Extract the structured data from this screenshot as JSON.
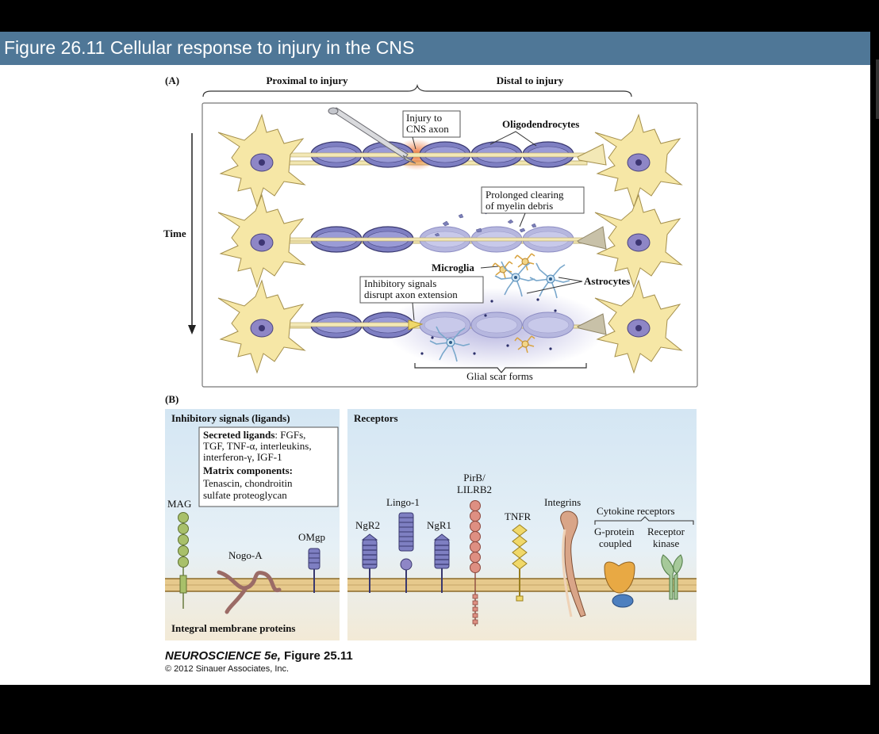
{
  "figure_title": "Figure 26.11  Cellular response to injury in the CNS",
  "panel_a": {
    "label": "(A)",
    "proximal": "Proximal to injury",
    "distal": "Distal to injury",
    "time": "Time",
    "injury": [
      "Injury to",
      "CNS axon"
    ],
    "oligodendrocytes": "Oligodendrocytes",
    "clearing": [
      "Prolonged clearing",
      "of myelin debris"
    ],
    "microglia": "Microglia",
    "astrocytes": "Astrocytes",
    "inhibitory": [
      "Inhibitory signals",
      "disrupt axon extension"
    ],
    "scar": "Glial scar forms"
  },
  "panel_b": {
    "label": "(B)",
    "ligands_title": "Inhibitory signals (ligands)",
    "secreted_head": "Secreted ligands",
    "secreted_lines": [
      ": FGFs,",
      "TGF, TNF-α, interleukins,",
      "interferon-γ, IGF-1"
    ],
    "matrix_head": "Matrix components:",
    "matrix_lines": [
      "Tenascin, chondroitin",
      "sulfate proteoglycan"
    ],
    "mag": "MAG",
    "nogo": "Nogo-A",
    "omgp": "OMgp",
    "integral": "Integral membrane proteins",
    "receptors_title": "Receptors",
    "ngr2": "NgR2",
    "lingo": "Lingo-1",
    "ngr1": "NgR1",
    "pirb": [
      "PirB/",
      "LILRB2"
    ],
    "tnfr": "TNFR",
    "integrins": "Integrins",
    "cytokine": "Cytokine receptors",
    "gprotein": [
      "G-protein",
      "coupled"
    ],
    "kinase": [
      "Receptor",
      "kinase"
    ]
  },
  "credit": {
    "book_italic": "NEUROSCIENCE 5e,",
    "book_rest": " Figure 25.11",
    "copyright": "© 2012 Sinauer Associates, Inc."
  },
  "colors": {
    "title_bar": "#4f7797",
    "neuron": "#f6e7a6",
    "myelin": "#7e7fc2",
    "panel_b_bg": "#d9e9f4",
    "membrane": "#e6c98c"
  }
}
